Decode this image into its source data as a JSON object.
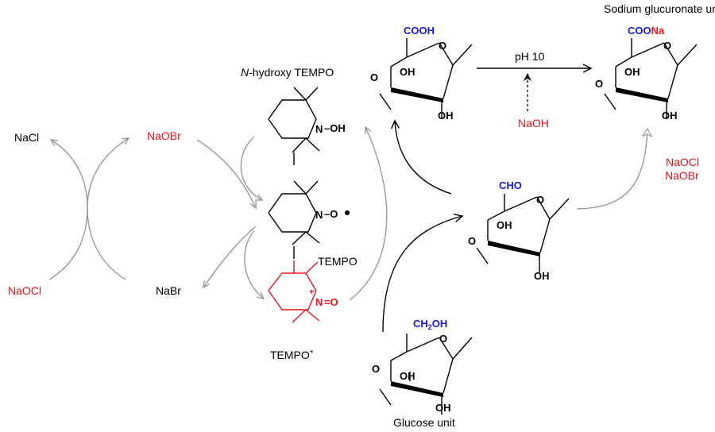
{
  "colors": {
    "red": "#e8141b",
    "blue": "#1a16d6",
    "black": "#000000",
    "gray": "#9a9a9a"
  },
  "labels": {
    "nacl": "NaCl",
    "naobr_top": "NaOBr",
    "naocl_bottom": "NaOCl",
    "nabr": "NaBr",
    "n_hydroxy_prefix": "N",
    "n_hydroxy_rest": "-hydroxy TEMPO",
    "tempo": "TEMPO",
    "tempo_plus_base": "TEMPO",
    "tempo_plus_sup": "+",
    "glucose_unit": "Glucose unit",
    "sodium_glucuronate": "Sodium glucuronate unit",
    "ph": "pH 10",
    "naoh": "NaOH",
    "naocl_right": "NaOCl",
    "naobr_right": "NaOBr"
  },
  "groups": {
    "cooh": "COOH",
    "coo": "COO",
    "na": "Na",
    "cho": "CHO",
    "ch2oh_ch": "CH",
    "ch2oh_sub": "2",
    "ch2oh_oh": "OH",
    "oh": "OH",
    "o": "O",
    "n": "N",
    "n_plus": "+",
    "dash_oh": "–OH",
    "dash_o": "–O",
    "eq_o": "=O"
  }
}
